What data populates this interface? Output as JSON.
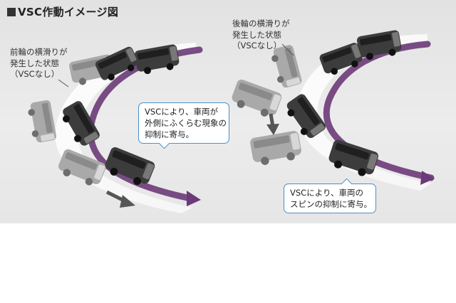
{
  "title": "VSC作動イメージ図",
  "left": {
    "note_lines": [
      "前輪の横滑りが",
      "発生した状態",
      "（VSCなし）"
    ],
    "callout_lines": [
      "VSCにより、車両が",
      "外側にふくらむ現象の",
      "抑制に寄与。"
    ]
  },
  "right": {
    "note_lines": [
      "後輪の横滑りが",
      "発生した状態",
      "（VSCなし）"
    ],
    "callout_lines": [
      "VSCにより、車両の",
      "スピンの抑制に寄与。"
    ]
  },
  "colors": {
    "path_with_vsc": "#6b3a78",
    "skid_arrow": "#555555",
    "callout_border": "#4b8fc8",
    "bus_with_vsc": "#3c3c3c",
    "bus_without_vsc": "#a9a9a9"
  },
  "icons": {
    "bus": "minibus-icon",
    "arrow": "arrow-icon"
  }
}
